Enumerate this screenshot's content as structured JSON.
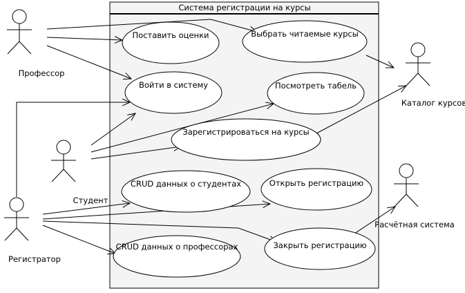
{
  "system": {
    "title": "Система регистрации на курсы"
  },
  "actors": {
    "professor": "Профессор",
    "student": "Студент",
    "registrar": "Регистратор",
    "catalog": "Каталог курсов",
    "billing": "Расчётная система"
  },
  "use_cases": {
    "grades": "Поставить оценки",
    "choose_courses": "Выбрать читаемые курсы",
    "login": "Войти в систему",
    "view_report": "Посмотреть табель",
    "register_courses": "Зарегистрироваться на курсы",
    "crud_students": "CRUD данных о студентах",
    "open_registration": "Открыть регистрацию",
    "crud_professors": "CRUD данных о профессорах",
    "close_registration": "Закрыть регистрацию"
  },
  "colors": {
    "system_fill": "#f4f4f4",
    "stroke": "#000000",
    "use_case_fill": "#ffffff"
  }
}
